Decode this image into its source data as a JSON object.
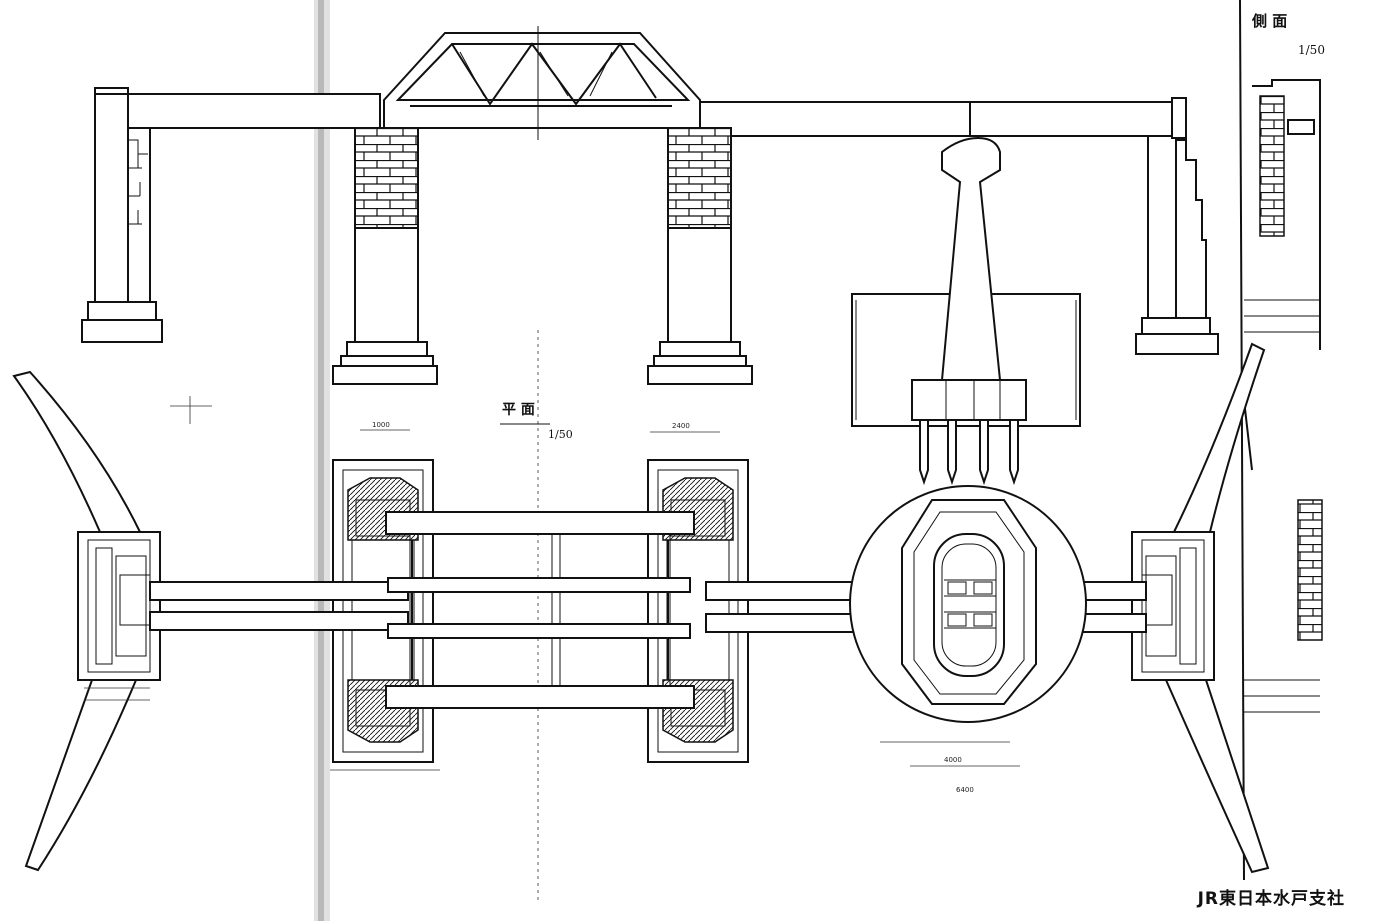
{
  "labels": {
    "side_view": "側 面",
    "side_scale": "1/50",
    "plan_view": "平 面",
    "plan_scale": "1/50",
    "credit": "JR東日本水戸支社"
  }
}
